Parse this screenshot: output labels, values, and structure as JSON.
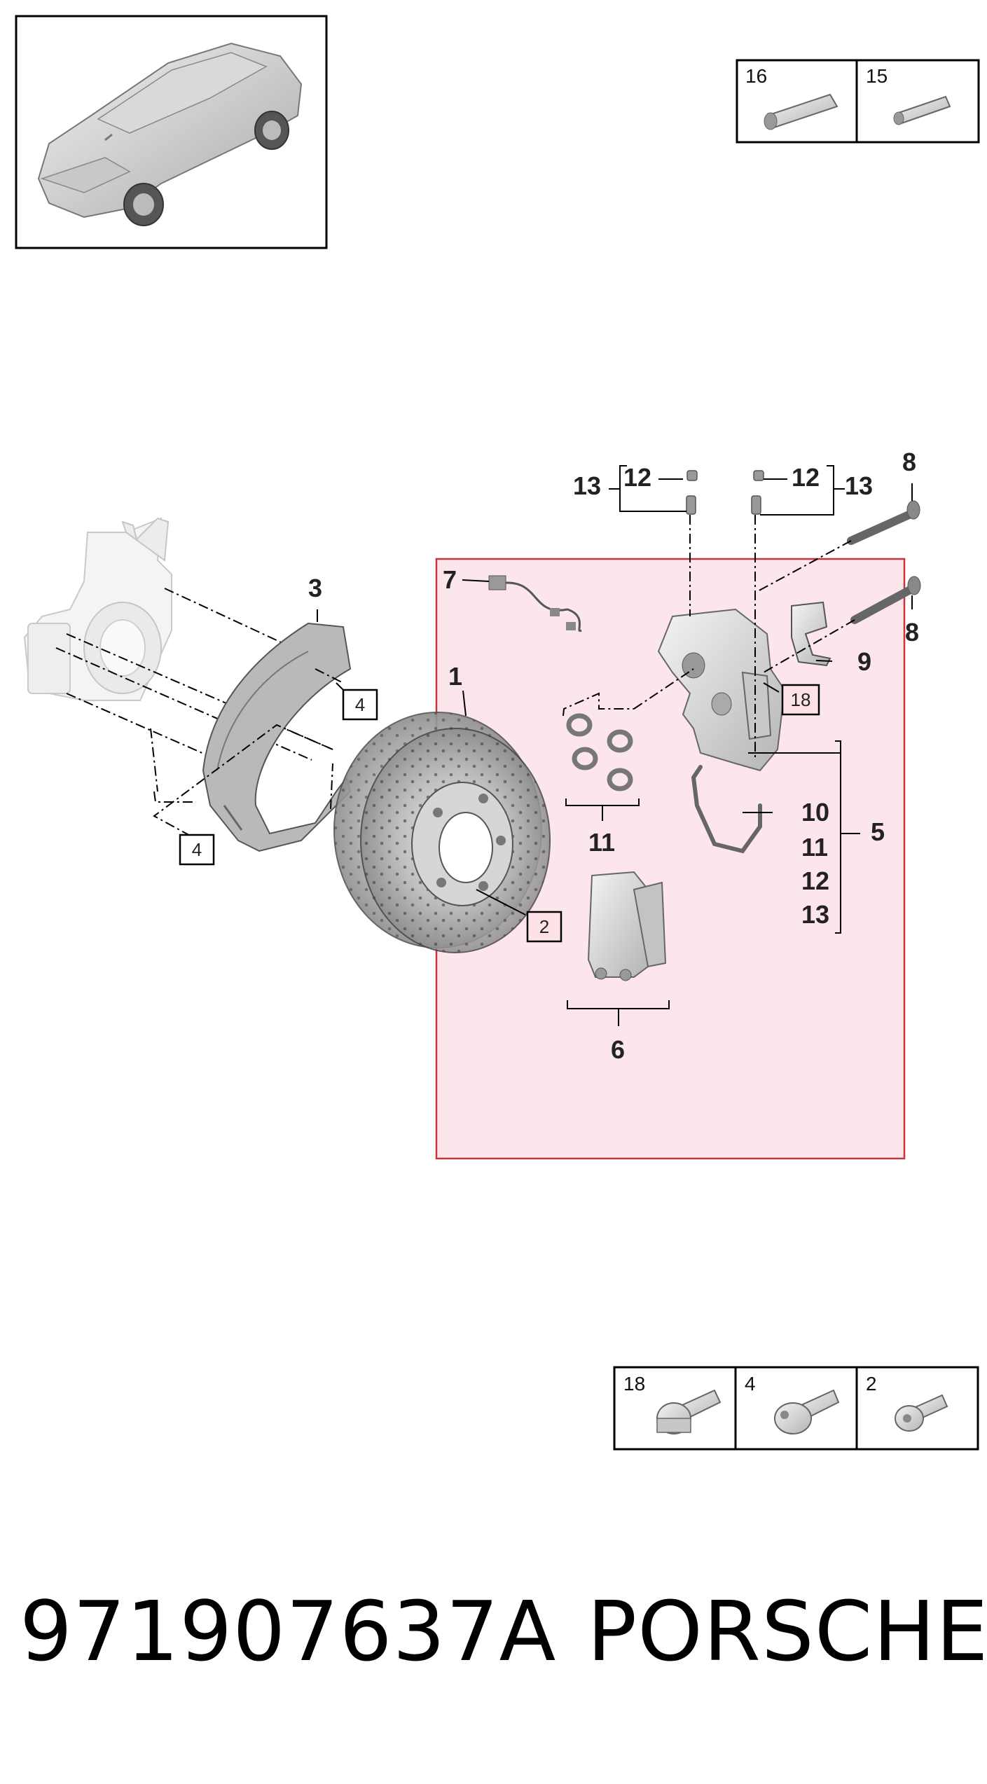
{
  "footer": {
    "part_number": "971907637A",
    "brand": "PORSCHE"
  },
  "legend_top": [
    {
      "num": "16"
    },
    {
      "num": "15"
    }
  ],
  "legend_bottom": [
    {
      "num": "18"
    },
    {
      "num": "4"
    },
    {
      "num": "2"
    }
  ],
  "callouts": {
    "c1": "1",
    "c3": "3",
    "c5": "5",
    "c6": "6",
    "c7": "7",
    "c8a": "8",
    "c8b": "8",
    "c9": "9",
    "c10": "10",
    "c11a": "11",
    "c11b": "11",
    "c12a": "12",
    "c12b": "12",
    "c12c": "12",
    "c13a": "13",
    "c13b": "13",
    "c13c": "13"
  },
  "boxed_refs": {
    "b4a": "4",
    "b4b": "4",
    "b2": "2",
    "b18": "18"
  },
  "highlight": {
    "fill": "#fde2e8",
    "stroke": "#c4363f"
  }
}
